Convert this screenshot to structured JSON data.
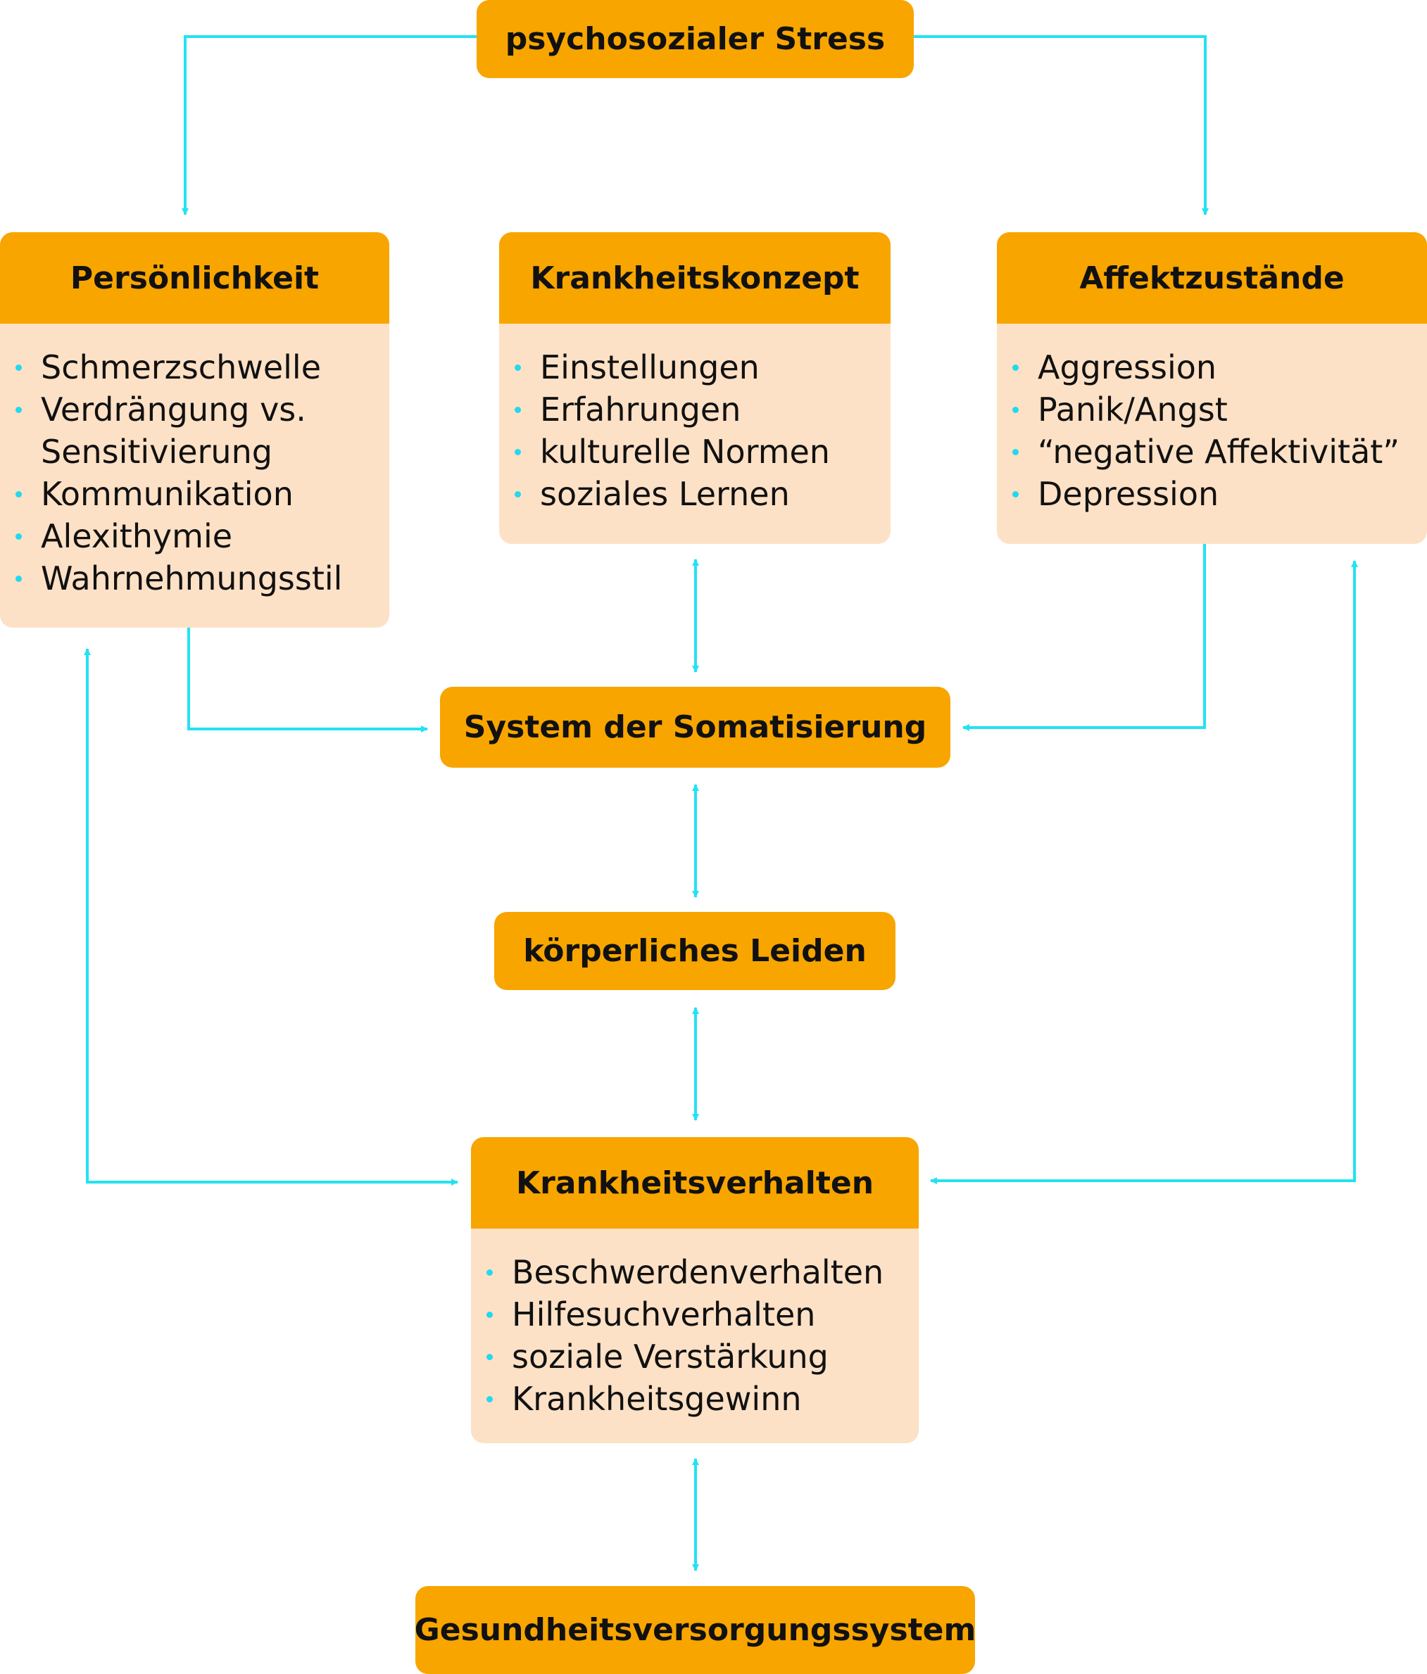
{
  "colors": {
    "header": "#f8a500",
    "body": "#fde1c6",
    "connector": "#23e2f2"
  },
  "nodes": {
    "stress": "psychosozialer Stress",
    "somatisierung": "System der Somatisierung",
    "leiden": "körperliches Leiden",
    "versorgung": "Gesundheitsversorgungssystem"
  },
  "cards": {
    "persoenlichkeit": {
      "title": "Persönlichkeit",
      "items": [
        "Schmerzschwelle",
        "Verdrängung vs. Sensitivierung",
        "Kommunikation",
        "Alexithymie",
        "Wahrnehmungsstil"
      ]
    },
    "krankheitskonzept": {
      "title": "Krankheitskonzept",
      "items": [
        "Einstellungen",
        "Erfahrungen",
        "kulturelle Normen",
        "soziales Lernen"
      ]
    },
    "affekt": {
      "title": "Affektzustände",
      "items": [
        "Aggression",
        "Panik/Angst",
        "“negative Affektivität”",
        "Depression"
      ]
    },
    "verhalten": {
      "title": "Krankheitsverhalten",
      "items": [
        "Beschwerdenverhalten",
        "Hilfesuchverhalten",
        "soziale Verstärkung",
        "Krankheitsgewinn"
      ]
    }
  }
}
